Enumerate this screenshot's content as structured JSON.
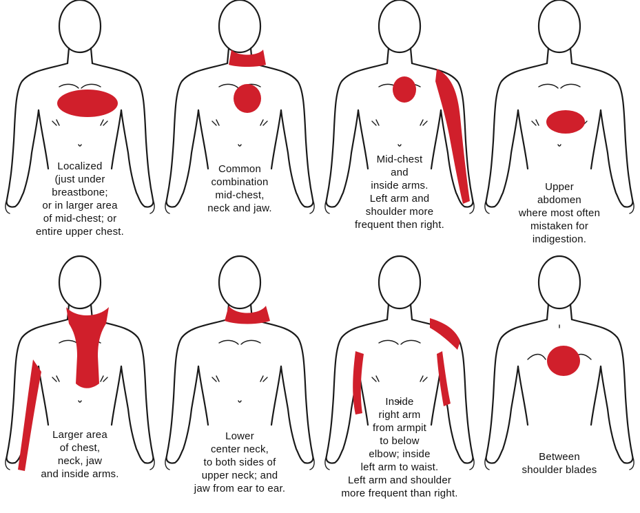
{
  "pain_color": "#d01f2b",
  "figures": [
    {
      "id": "localized",
      "view": "front",
      "caption": [
        "Localized",
        "(just under",
        "breastbone;",
        "or in larger area",
        "of mid-chest; or",
        "entire upper chest."
      ]
    },
    {
      "id": "combination",
      "view": "front",
      "caption": [
        "Common",
        "combination",
        "mid-chest,",
        "neck and jaw."
      ]
    },
    {
      "id": "midchest-arms",
      "view": "front",
      "caption": [
        "Mid-chest",
        "and",
        "inside arms.",
        "Left arm and",
        "shoulder more",
        "frequent then right."
      ]
    },
    {
      "id": "upper-abdomen",
      "view": "front",
      "caption": [
        "Upper",
        "abdomen",
        "where most often",
        "mistaken for",
        "indigestion."
      ]
    },
    {
      "id": "larger-area",
      "view": "front",
      "caption": [
        "Larger area",
        "of chest,",
        "neck, jaw",
        "and inside arms."
      ]
    },
    {
      "id": "lower-neck",
      "view": "front",
      "caption": [
        "Lower",
        "center neck,",
        "to both sides of",
        "upper neck; and",
        "jaw from ear to ear."
      ]
    },
    {
      "id": "inside-arm",
      "view": "front",
      "caption": [
        "Inside",
        "right arm",
        "from armpit",
        "to below",
        "elbow; inside",
        "left arm to waist.",
        "Left arm and shoulder",
        "more frequent than right."
      ]
    },
    {
      "id": "shoulder-blades",
      "view": "back",
      "caption": [
        "Between",
        "shoulder blades"
      ]
    }
  ]
}
